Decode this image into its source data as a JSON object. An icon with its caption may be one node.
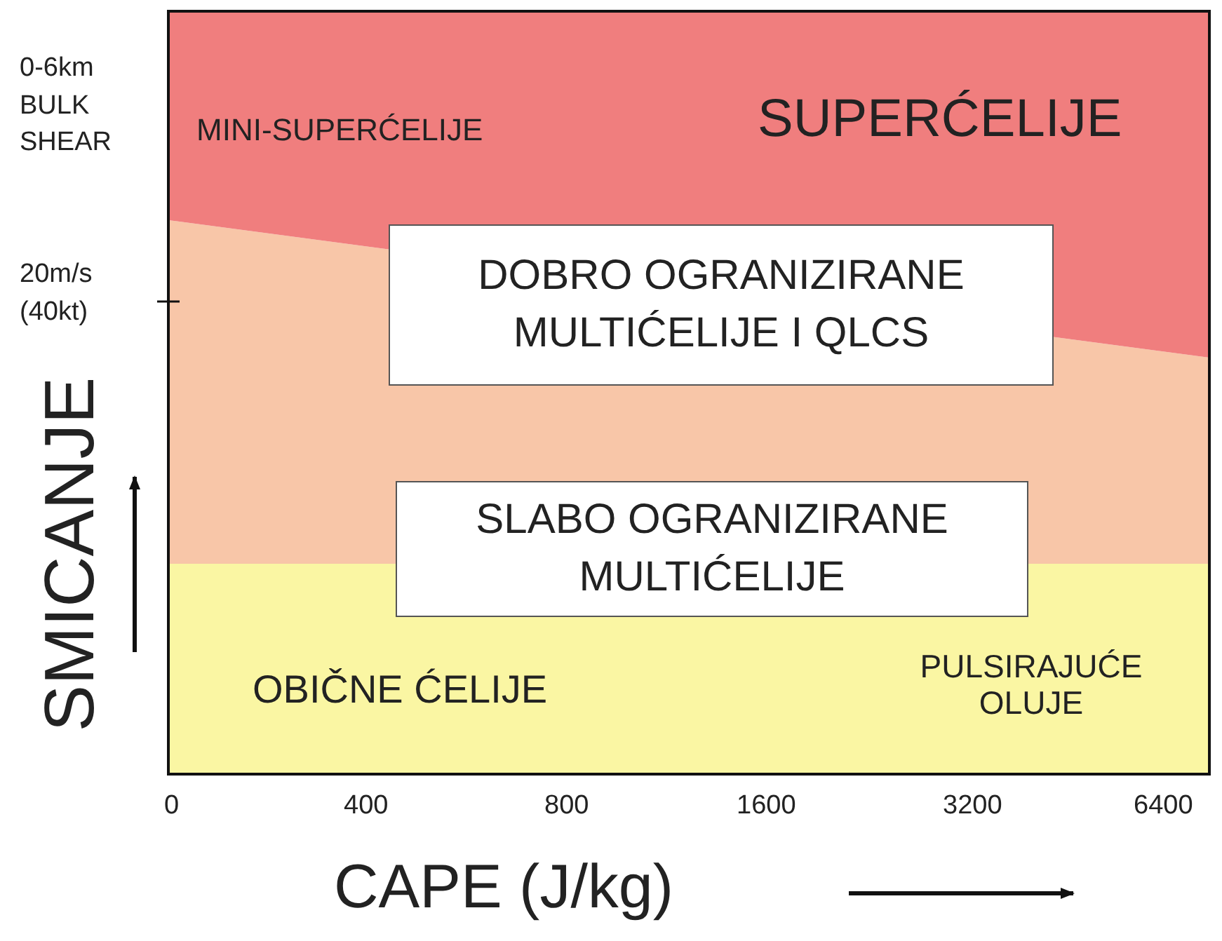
{
  "diagram": {
    "nodes": [
      {
        "text": [
          "MINI-SUPERĆELIJE",
          "SUPERĆELIJE"
        ]
      },
      {
        "text": [
          "DOBRO OGRANIZIRANE MULTIĆELIJE I QLCS"
        ]
      },
      {
        "text": [
          "SLABO OGRANIZIRANE MULTIĆELIJE"
        ]
      },
      {
        "text": [
          "OBIČNE ĆELIJE",
          "PULSIRAJUĆE OLUJE"
        ]
      }
    ],
    "labels": [
      "0-6km BULK SHEAR",
      "20m/s (40kt)",
      "SMICANJE",
      "0",
      "400",
      "800",
      "1600",
      "3200",
      "6400",
      "CAPE (J/kg)"
    ]
  }
}
